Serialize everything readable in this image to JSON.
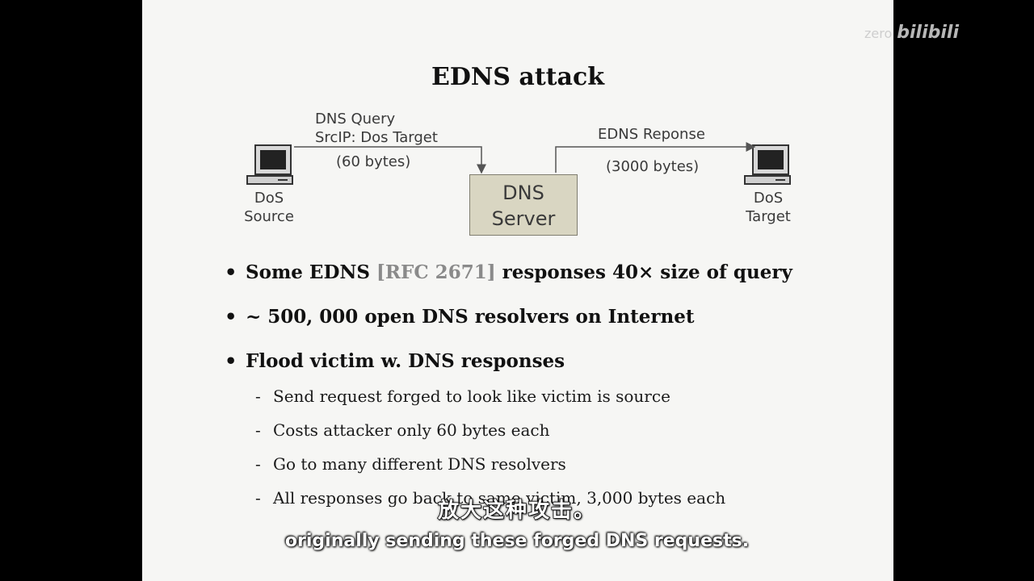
{
  "slide": {
    "title": "EDNS attack",
    "diagram": {
      "source_label_1": "DoS",
      "source_label_2": "Source",
      "target_label_1": "DoS",
      "target_label_2": "Target",
      "query_line1": "DNS Query",
      "query_line2": "SrcIP:  Dos Target",
      "query_size": "(60 bytes)",
      "server_line1": "DNS",
      "server_line2": "Server",
      "response_label": "EDNS Reponse",
      "response_size": "(3000 bytes)"
    },
    "bullets": [
      {
        "prefix": "Some EDNS ",
        "ref": "[RFC 2671]",
        "suffix": " responses 40× size of query"
      },
      {
        "text": "~ 500, 000 open DNS resolvers on Internet"
      },
      {
        "text": "Flood victim w. DNS responses"
      }
    ],
    "sub_bullets": [
      "Send request forged to look like victim is source",
      "Costs attacker only 60 bytes each",
      "Go to many different DNS resolvers",
      "All responses go back to same victim, 3,000 bytes each"
    ]
  },
  "subtitles": {
    "chinese": "放大这种攻击。",
    "english": "originally sending these forged DNS requests."
  },
  "watermark": {
    "user": "zero",
    "brand": "bilibili"
  }
}
